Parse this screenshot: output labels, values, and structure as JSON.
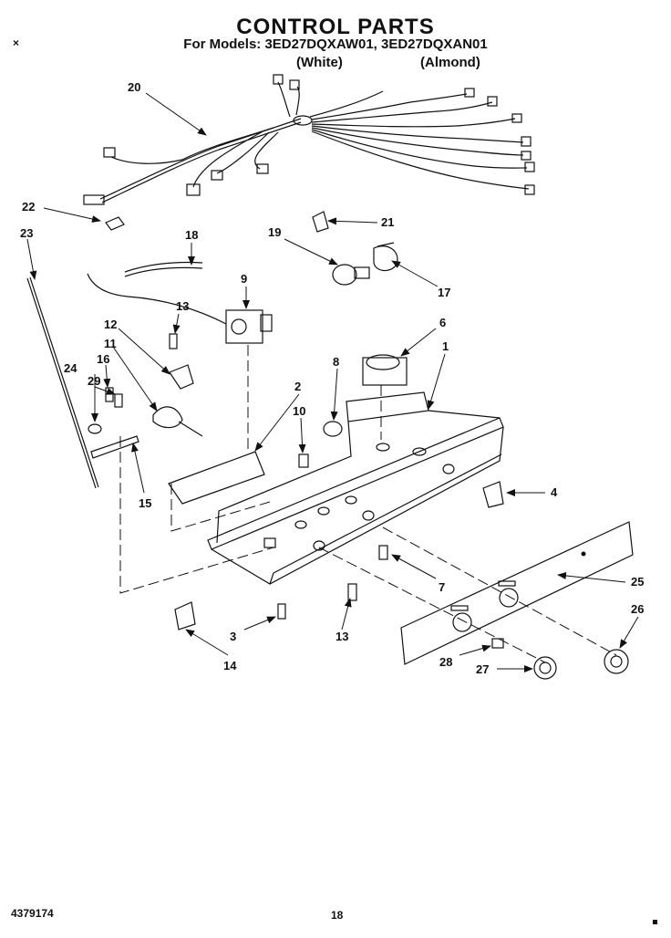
{
  "header": {
    "title": "CONTROL PARTS",
    "models": "For Models: 3ED27DQXAW01, 3ED27DQXAN01",
    "variant_white": "(White)",
    "variant_almond": "(Almond)"
  },
  "footer": {
    "doc_number": "4379174",
    "page_number": "18",
    "corner_mark": "×"
  },
  "callouts": [
    "20",
    "22",
    "21",
    "19",
    "18",
    "17",
    "23",
    "9",
    "13",
    "12",
    "11",
    "6",
    "16",
    "1",
    "24",
    "29",
    "8",
    "10",
    "2",
    "4",
    "15",
    "7",
    "25",
    "26",
    "3",
    "13",
    "14",
    "28",
    "27"
  ]
}
